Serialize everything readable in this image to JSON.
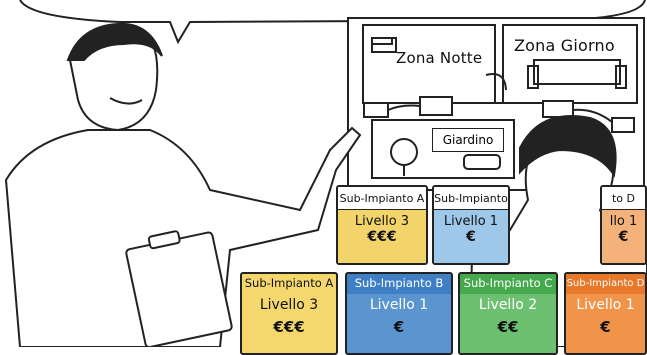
{
  "floor_plan": {
    "zona_notte": "Zona Notte",
    "zona_giorno": "Zona Giorno",
    "giardino": "Giardino"
  },
  "cards_back": [
    {
      "title": "Sub-Impianto A",
      "level": "Livello 3",
      "cost": "€€€",
      "color": "#f2d46a"
    },
    {
      "title": "Sub-Impianto",
      "level": "Livello 1",
      "cost": "€",
      "color": "#9ec8ea"
    },
    {
      "title": "to D",
      "level": "llo 1",
      "cost": "€",
      "color": "#f4b27a"
    }
  ],
  "cards_front": [
    {
      "title": "Sub-Impianto A",
      "level": "Livello 3",
      "cost": "€€€",
      "color": "#f4d86e",
      "header_color": "#f4d86e"
    },
    {
      "title": "Sub-Impianto B",
      "level": "Livello 1",
      "cost": "€",
      "color": "#5b95d0",
      "header_color": "#3e7fc6"
    },
    {
      "title": "Sub-Impianto C",
      "level": "Livello 2",
      "cost": "€€",
      "color": "#6cc070",
      "header_color": "#45a94e"
    },
    {
      "title": "Sub-Impianto D",
      "level": "Livello 1",
      "cost": "€",
      "color": "#f0944a",
      "header_color": "#e8782a"
    }
  ],
  "colors": {
    "ink": "#222222",
    "skin": "#ffffff"
  }
}
